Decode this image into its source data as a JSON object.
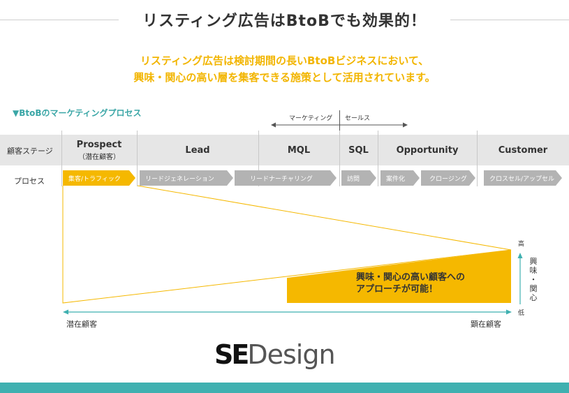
{
  "title": "リスティング広告はBtoBでも効果的！",
  "lead_lines": [
    "リスティング広告は検討期間の長いBtoBビジネスにおいて、",
    "興味・関心の高い層を集客できる施策として活用されています。"
  ],
  "section_label": "▼BtoBのマーケティングプロセス",
  "split_labels": {
    "marketing": "マーケティング",
    "sales": "セールス"
  },
  "row_headers": {
    "stage": "顧客ステージ",
    "process": "プロセス"
  },
  "stages": [
    {
      "name": "Prospect",
      "sub": "（潜在顧客）"
    },
    {
      "name": "Lead"
    },
    {
      "name": "MQL"
    },
    {
      "name": "SQL"
    },
    {
      "name": "Opportunity"
    },
    {
      "name": "Customer"
    }
  ],
  "processes": [
    {
      "label": "集客/トラフィック",
      "highlight": true
    },
    {
      "label": "リードジェネレーション"
    },
    {
      "label": "リードナーチャリング"
    },
    {
      "label": "訪問"
    },
    {
      "label": "案件化"
    },
    {
      "label": "クロージング"
    },
    {
      "label": "クロスセル/アップセル"
    }
  ],
  "callout_lines": [
    "興味・関心の高い顧客への",
    "アプローチが可能！"
  ],
  "axis": {
    "left": "潜在顧客",
    "right": "顕在顧客"
  },
  "interest_axis": {
    "high": "高",
    "low": "低",
    "label_chars": [
      "興",
      "味",
      "・",
      "関",
      "心"
    ]
  },
  "logo": {
    "bold": "SE",
    "light": "Design"
  },
  "colors": {
    "accent": "#f5b800",
    "teal": "#3fb0b0",
    "grey_chevron": "#b3b3b3",
    "stage_bg": "#e6e6e6"
  }
}
